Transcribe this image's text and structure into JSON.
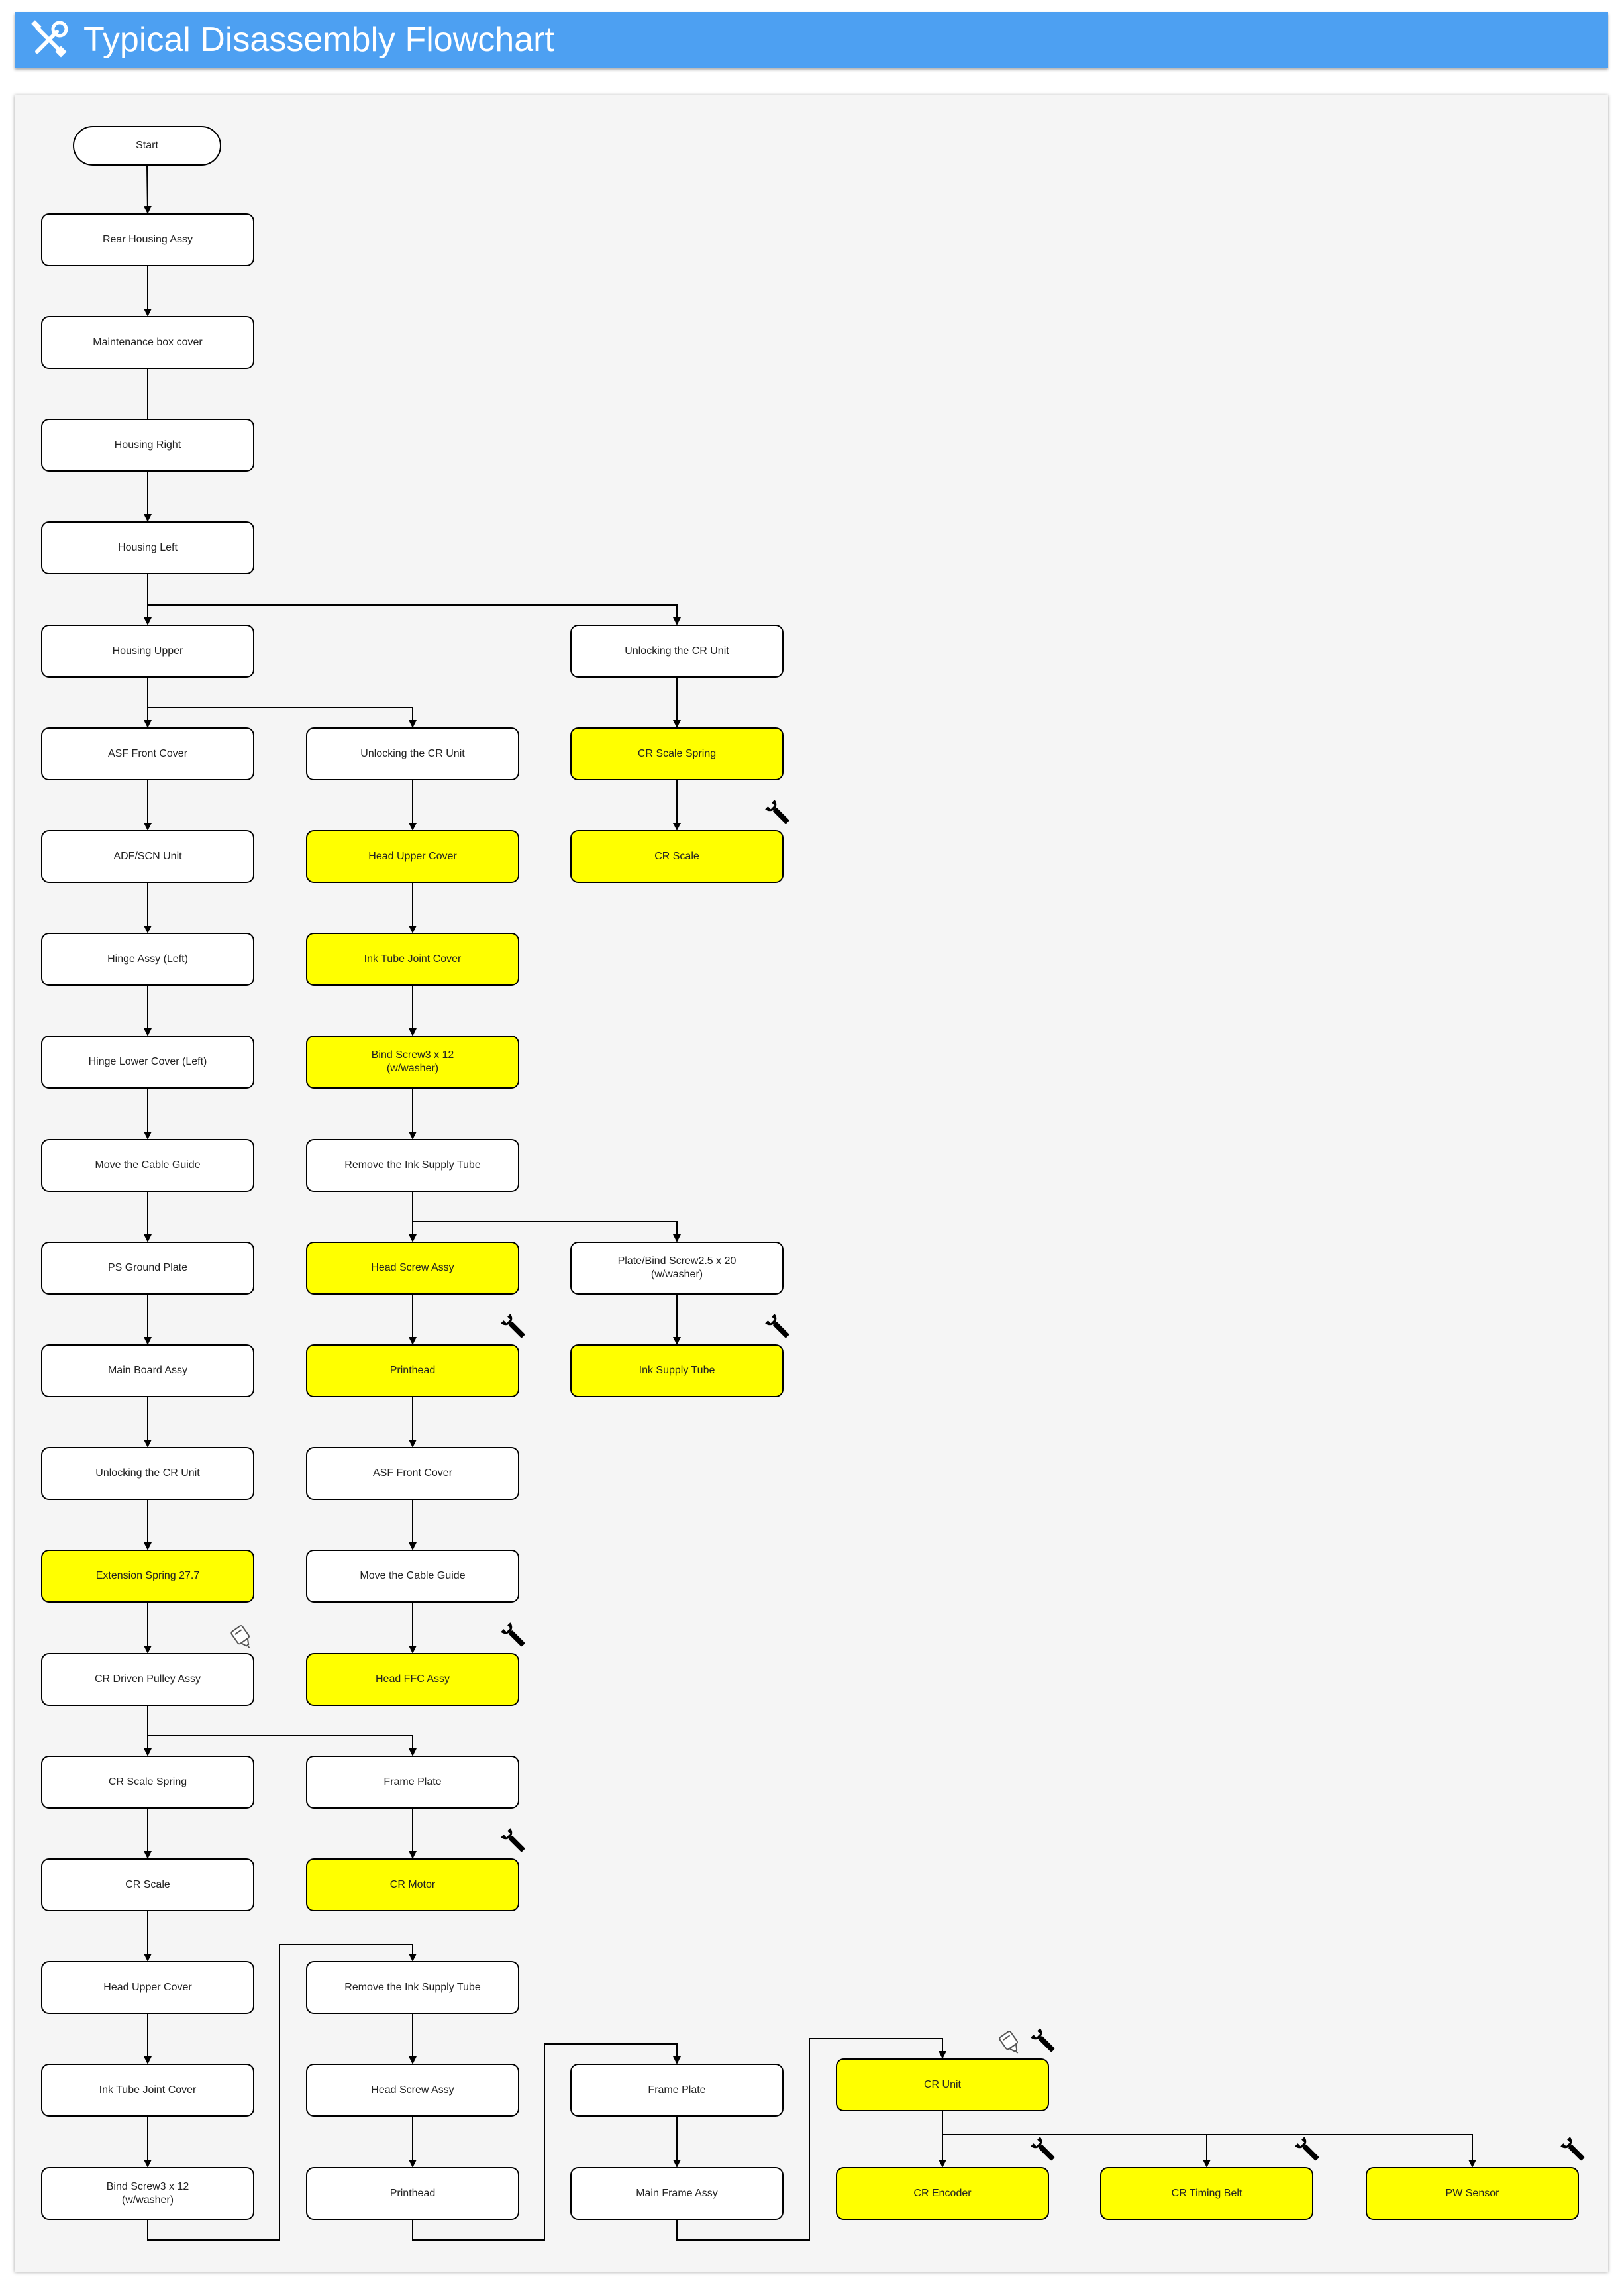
{
  "header": {
    "title": "Typical Disassembly Flowchart",
    "icon": "tools-icon"
  },
  "colors": {
    "header": "#4da0f2",
    "highlight": "#ffff00",
    "canvas": "#f5f5f5"
  },
  "nodes": [
    {
      "id": "start",
      "label": "Start",
      "terminal": true
    },
    {
      "id": "a1",
      "label": "Rear Housing Assy"
    },
    {
      "id": "a2",
      "label": "Maintenance box cover"
    },
    {
      "id": "a3",
      "label": "Housing Right"
    },
    {
      "id": "a4",
      "label": "Housing Left"
    },
    {
      "id": "a5",
      "label": "Housing Upper"
    },
    {
      "id": "a6",
      "label": "ASF Front Cover"
    },
    {
      "id": "a7",
      "label": "ADF/SCN Unit"
    },
    {
      "id": "a8",
      "label": "Hinge Assy (Left)"
    },
    {
      "id": "a9",
      "label": "Hinge Lower Cover (Left)"
    },
    {
      "id": "a10",
      "label": "Move the Cable Guide"
    },
    {
      "id": "a11",
      "label": "PS Ground Plate"
    },
    {
      "id": "a12",
      "label": "Main Board Assy"
    },
    {
      "id": "a13",
      "label": "Unlocking the CR Unit"
    },
    {
      "id": "a14",
      "label": "Extension Spring 27.7",
      "yellow": true
    },
    {
      "id": "a15",
      "label": "CR Driven Pulley Assy"
    },
    {
      "id": "a16",
      "label": "CR Scale Spring"
    },
    {
      "id": "a17",
      "label": "CR Scale"
    },
    {
      "id": "a18",
      "label": "Head Upper Cover"
    },
    {
      "id": "a19",
      "label": "Ink Tube Joint Cover"
    },
    {
      "id": "a20",
      "label": "Bind Screw3 x 12\n(w/washer)"
    },
    {
      "id": "b1",
      "label": "Unlocking the CR Unit"
    },
    {
      "id": "b2",
      "label": "Head Upper Cover",
      "yellow": true
    },
    {
      "id": "b3",
      "label": "Ink Tube Joint Cover",
      "yellow": true
    },
    {
      "id": "b4",
      "label": "Bind Screw3 x 12\n(w/washer)",
      "yellow": true
    },
    {
      "id": "b5",
      "label": "Remove the Ink Supply Tube"
    },
    {
      "id": "b6",
      "label": "Head Screw Assy",
      "yellow": true
    },
    {
      "id": "b7",
      "label": "Printhead",
      "yellow": true
    },
    {
      "id": "b8",
      "label": "ASF Front Cover"
    },
    {
      "id": "b9",
      "label": "Move the Cable Guide"
    },
    {
      "id": "b10",
      "label": "Head FFC Assy",
      "yellow": true
    },
    {
      "id": "b11",
      "label": "Frame Plate"
    },
    {
      "id": "b12",
      "label": "CR Motor",
      "yellow": true
    },
    {
      "id": "b13",
      "label": "Remove the Ink Supply Tube"
    },
    {
      "id": "b14",
      "label": "Head Screw Assy"
    },
    {
      "id": "b15",
      "label": "Printhead"
    },
    {
      "id": "c1",
      "label": "Unlocking the CR Unit"
    },
    {
      "id": "c2",
      "label": "CR Scale Spring",
      "yellow": true
    },
    {
      "id": "c3",
      "label": "CR Scale",
      "yellow": true
    },
    {
      "id": "c4",
      "label": "Plate/Bind Screw2.5 x 20\n(w/washer)"
    },
    {
      "id": "c5",
      "label": "Ink Supply Tube",
      "yellow": true
    },
    {
      "id": "c6",
      "label": "Frame Plate"
    },
    {
      "id": "c7",
      "label": "Main Frame Assy"
    },
    {
      "id": "d1",
      "label": "CR Unit",
      "yellow": true
    },
    {
      "id": "d2",
      "label": "CR Encoder",
      "yellow": true
    },
    {
      "id": "e1",
      "label": "CR Timing Belt",
      "yellow": true
    },
    {
      "id": "f1",
      "label": "PW Sensor",
      "yellow": true
    }
  ],
  "icons": [
    {
      "node": "c3",
      "type": "wrench-icon"
    },
    {
      "node": "b7",
      "type": "wrench-icon"
    },
    {
      "node": "c5",
      "type": "wrench-icon"
    },
    {
      "node": "b10",
      "type": "wrench-icon"
    },
    {
      "node": "b12",
      "type": "wrench-icon"
    },
    {
      "node": "a15",
      "type": "lubricant-icon"
    },
    {
      "node": "d1",
      "type": "lubricant-icon"
    },
    {
      "node": "d1",
      "type": "wrench-icon"
    },
    {
      "node": "d2",
      "type": "wrench-icon"
    },
    {
      "node": "e1",
      "type": "wrench-icon"
    },
    {
      "node": "f1",
      "type": "wrench-icon"
    }
  ]
}
